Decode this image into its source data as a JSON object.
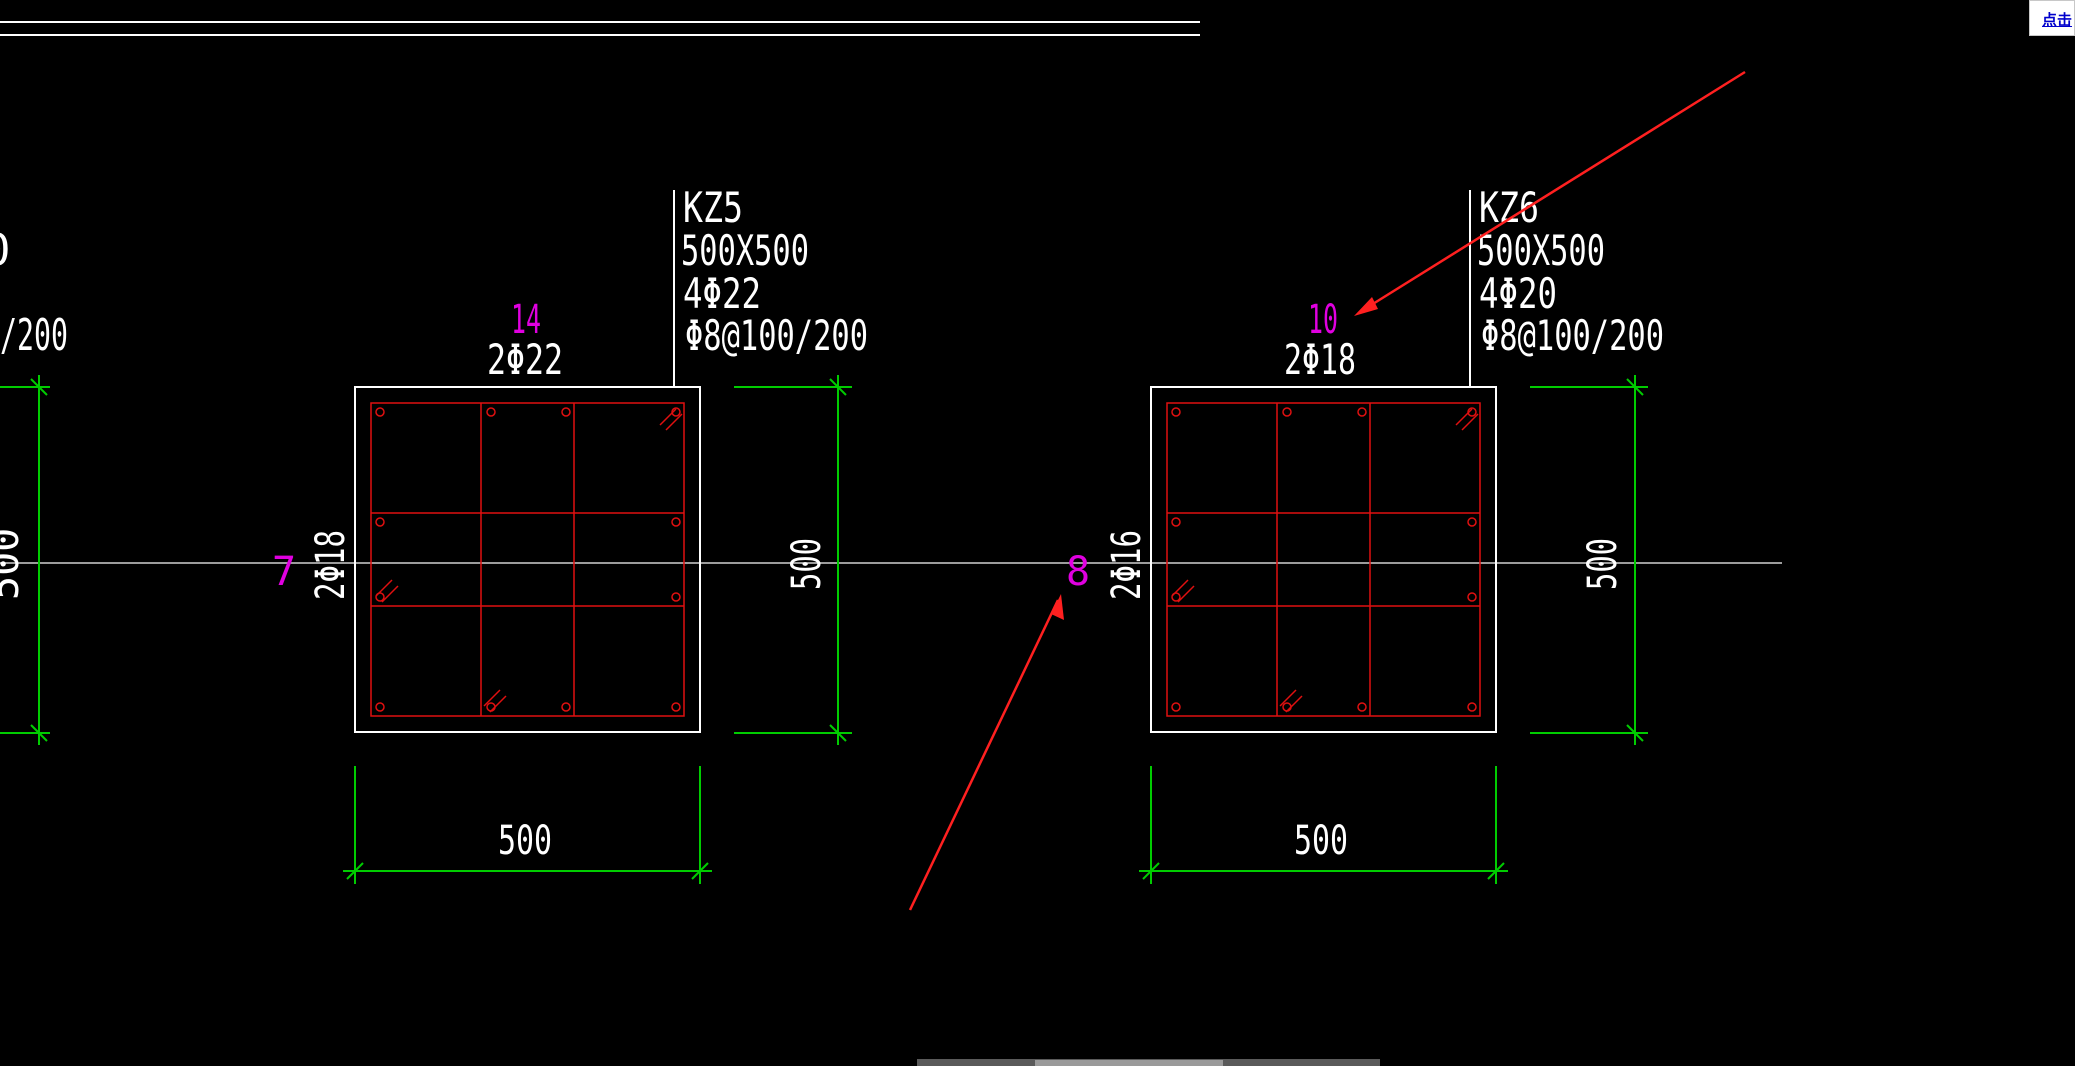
{
  "colors": {
    "background": "#000000",
    "outline": "#ffffff",
    "rebar": "#e01010",
    "dimension": "#00cc00",
    "count_label": "#e000e0",
    "arrow": "#ff2020",
    "axis": "#cfcfcf"
  },
  "drawing": {
    "left_partial": {
      "spec_fragment": "/200",
      "edge_char": "0",
      "dim_fragment": "500"
    },
    "kz5": {
      "name": "KZ5",
      "size": "500X500",
      "corner_bars": "4Φ22",
      "stirrup": "Φ8@100/200",
      "top_count": "14",
      "top_bars": "2Φ22",
      "side_count": "7",
      "side_bars": "2Φ18",
      "dim_width": "500",
      "dim_height": "500"
    },
    "kz6": {
      "name": "KZ6",
      "size": "500X500",
      "corner_bars": "4Φ20",
      "stirrup": "Φ8@100/200",
      "top_count": "10",
      "top_bars": "2Φ18",
      "side_count": "8",
      "side_bars": "2Φ16",
      "dim_width": "500",
      "dim_height": "500"
    }
  },
  "ui": {
    "corner_link": "点击"
  }
}
